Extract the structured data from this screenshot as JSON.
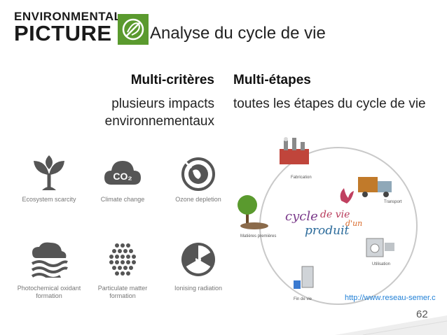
{
  "logo": {
    "line1": "ENVIRONMENTAL",
    "line2": "PICTURE"
  },
  "title": "Analyse du cycle de vie",
  "left_col": {
    "heading": "Multi-critères",
    "body": "plusieurs impacts environnementaux"
  },
  "right_col": {
    "heading": "Multi-étapes",
    "body": "toutes les étapes du cycle de vie"
  },
  "impacts": [
    {
      "icon": "sprout-icon",
      "label": "Ecosystem scarcity"
    },
    {
      "icon": "co2-cloud-icon",
      "label": "Climate change",
      "badge": "CO₂"
    },
    {
      "icon": "globe-icon",
      "label": "Ozone depletion"
    },
    {
      "icon": "smog-icon",
      "label": "Photochemical oxidant formation"
    },
    {
      "icon": "particles-icon",
      "label": "Particulate matter formation"
    },
    {
      "icon": "radiation-icon",
      "label": "Ionising radiation"
    }
  ],
  "cycle": {
    "center_line1": "cycle",
    "center_line2": "de vie",
    "center_line3": "d'un",
    "center_line4": "produit",
    "stages": [
      "Fabrication",
      "Transport",
      "Utilisation",
      "Fin de vie",
      "Matières premières"
    ]
  },
  "source_url": "http://www.reseau-semer.c",
  "page_number": "62",
  "colors": {
    "accent_green": "#5a9a2e",
    "icon_gray": "#555555",
    "link_blue": "#1f7fd6"
  }
}
